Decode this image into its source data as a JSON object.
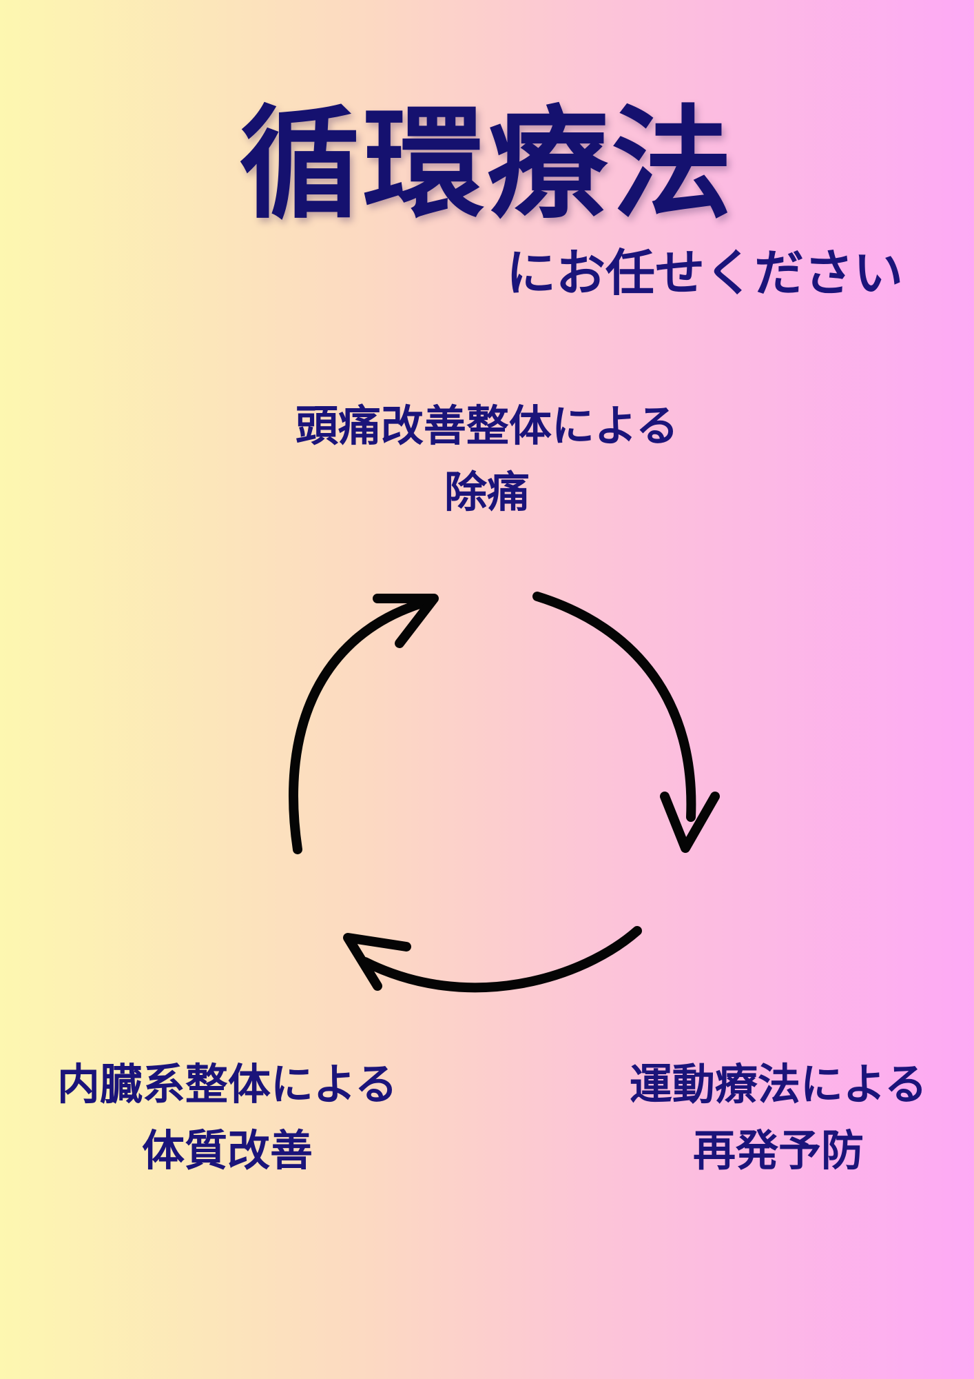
{
  "title": "循環療法",
  "subtitle": "にお任せください",
  "cycle": {
    "steps": [
      {
        "line1": "頭痛改善整体による",
        "line2": "除痛"
      },
      {
        "line1": "運動療法による",
        "line2": "再発予防"
      },
      {
        "line1": "内臓系整体による",
        "line2": "体質改善"
      }
    ],
    "arrow_color": "#050505"
  },
  "colors": {
    "text": "#1b147a",
    "gradient_left": "#fdf7b0",
    "gradient_right": "#fda9f5"
  }
}
